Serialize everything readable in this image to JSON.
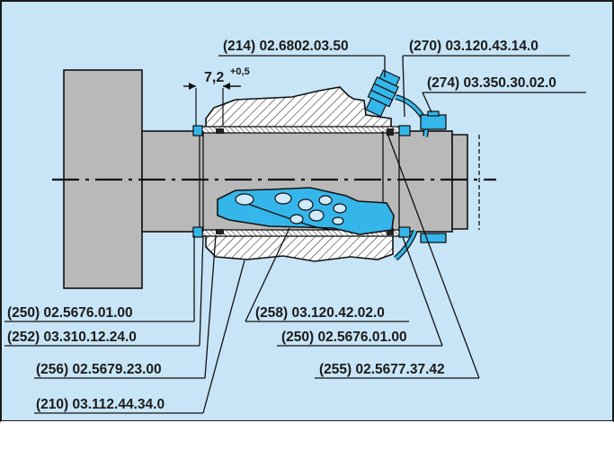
{
  "colors": {
    "background": "#c7e5f6",
    "steel": "#b9b9b9",
    "accent_blue": "#35b6ea",
    "frame": "#1a1a1a"
  },
  "dimension": {
    "value": "7,2",
    "tolerance": "+0,5"
  },
  "labels": {
    "grease_nipple": "(214)  02.6802.03.50",
    "pipe": "(270)  03.120.43.14.0",
    "clamp": "(274)  03.350.30.02.0",
    "seal_left": "(250)  02.5676.01.00",
    "ring_252": "(252)  03.310.12.24.0",
    "ring_256": "(256)  02.5679.23.00",
    "bushing": "(210)  03.112.44.34.0",
    "pin_258": "(258)  03.120.42.02.0",
    "seal_right": "(250)  02.5676.01.00",
    "ring_255": "(255)  02.5677.37.42"
  }
}
